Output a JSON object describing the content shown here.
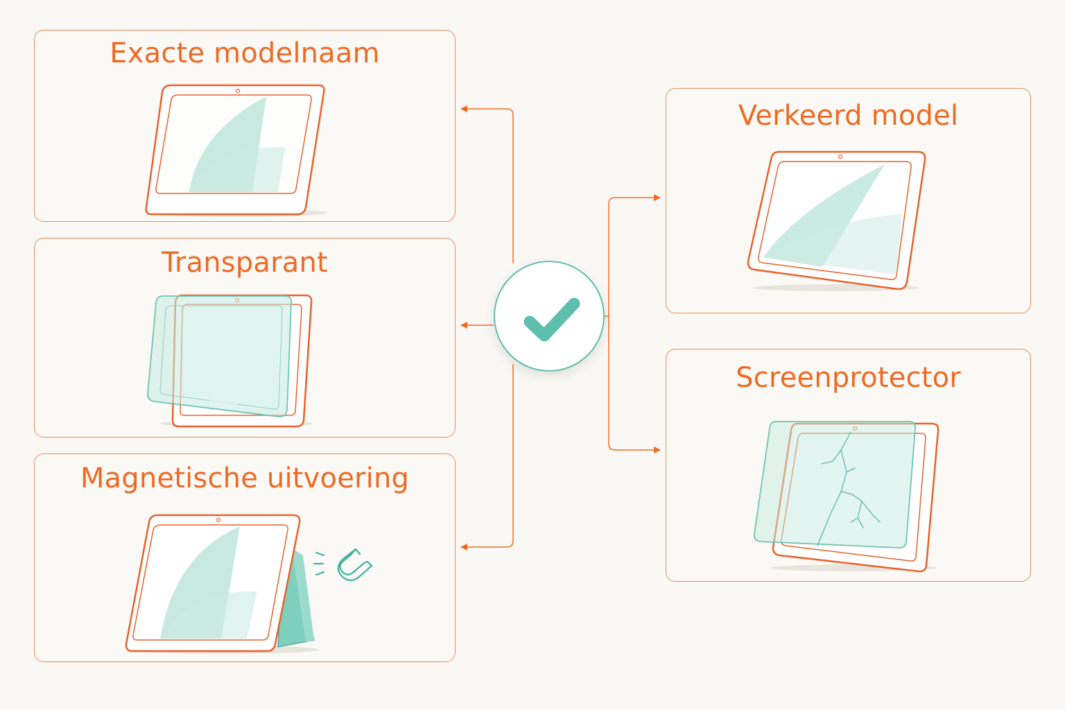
{
  "left_cards": [
    {
      "title": "Exacte modelnaam"
    },
    {
      "title": "Transparant"
    },
    {
      "title": "Magnetische uitvoering"
    }
  ],
  "right_cards": [
    {
      "title": "Verkeerd model"
    },
    {
      "title": "Screenprotector"
    }
  ],
  "hub": {
    "icon": "checkmark-icon"
  },
  "colors": {
    "accent": "#ee6a24",
    "teal": "#5fbfae",
    "background": "#faf8f4"
  }
}
